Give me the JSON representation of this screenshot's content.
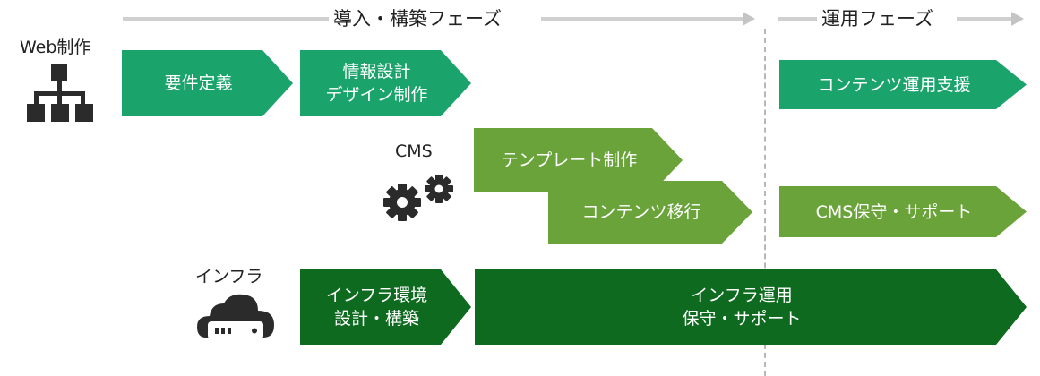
{
  "phases": {
    "intro_label": "導入・構築フェーズ",
    "operation_label": "運用フェーズ"
  },
  "categories": {
    "web": "Web制作",
    "cms": "CMS",
    "infra": "インフラ"
  },
  "steps": {
    "requirements": "要件定義",
    "info_design": "情報設計\nデザイン制作",
    "content_ops": "コンテンツ運用支援",
    "template": "テンプレート制作",
    "migration": "コンテンツ移行",
    "cms_support": "CMS保守・サポート",
    "infra_design": "インフラ環境\n設計・構築",
    "infra_ops": "インフラ運用\n保守・サポート"
  },
  "icons": {
    "web": "sitemap-icon",
    "cms": "gears-icon",
    "infra": "cloud-server-icon"
  },
  "colors": {
    "web": "#1aa36b",
    "cms": "#6aa33a",
    "infra": "#0d6a1e",
    "icon": "#2b2b2b",
    "phase_line": "#d0d0d0"
  }
}
